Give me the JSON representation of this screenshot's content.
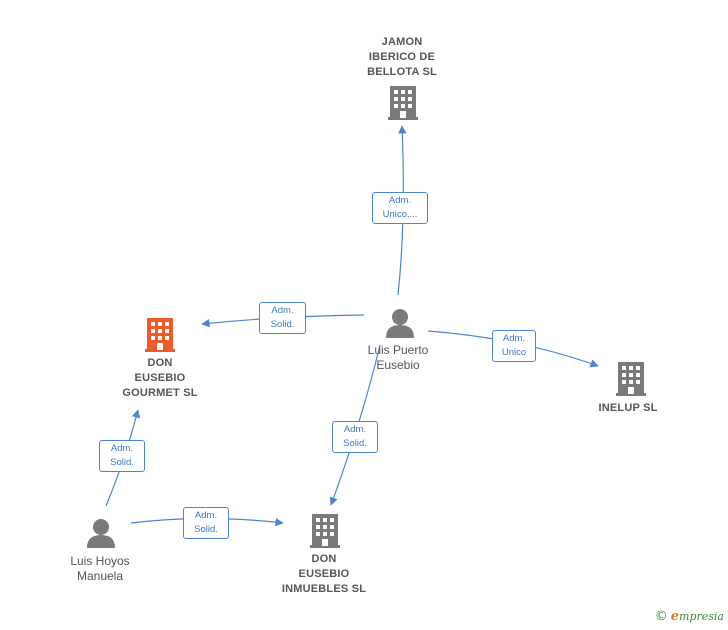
{
  "colors": {
    "edge": "#4a86d0",
    "company": "#7a7a7a",
    "company_highlight": "#f05a28",
    "person": "#7a7a7a"
  },
  "nodes": {
    "jamon": {
      "label": "JAMON\nIBERICO DE\nBELLOTA  SL",
      "icon": "building-icon"
    },
    "gourmet": {
      "label": "DON\nEUSEBIO\nGOURMET  SL",
      "icon": "building-icon"
    },
    "inelup": {
      "label": "INELUP  SL",
      "icon": "building-icon"
    },
    "inmuebles": {
      "label": "DON\nEUSEBIO\nINMUEBLES  SL",
      "icon": "building-icon"
    },
    "puerto": {
      "label": "Luis Puerto\nEusebio",
      "icon": "person-icon"
    },
    "hoyos": {
      "label": "Luis Hoyos\nManuela",
      "icon": "person-icon"
    }
  },
  "edges": [
    {
      "from": "puerto",
      "to": "jamon",
      "label": "Adm.\nUnico,..."
    },
    {
      "from": "puerto",
      "to": "gourmet",
      "label": "Adm.\nSolid."
    },
    {
      "from": "puerto",
      "to": "inelup",
      "label": "Adm.\nUnico"
    },
    {
      "from": "puerto",
      "to": "inmuebles",
      "label": "Adm.\nSolid."
    },
    {
      "from": "hoyos",
      "to": "gourmet",
      "label": "Adm.\nSolid."
    },
    {
      "from": "hoyos",
      "to": "inmuebles",
      "label": "Adm.\nSolid."
    }
  ],
  "footer": {
    "copyright": "©",
    "brand_initial": "e",
    "brand_rest": "mpresia"
  }
}
